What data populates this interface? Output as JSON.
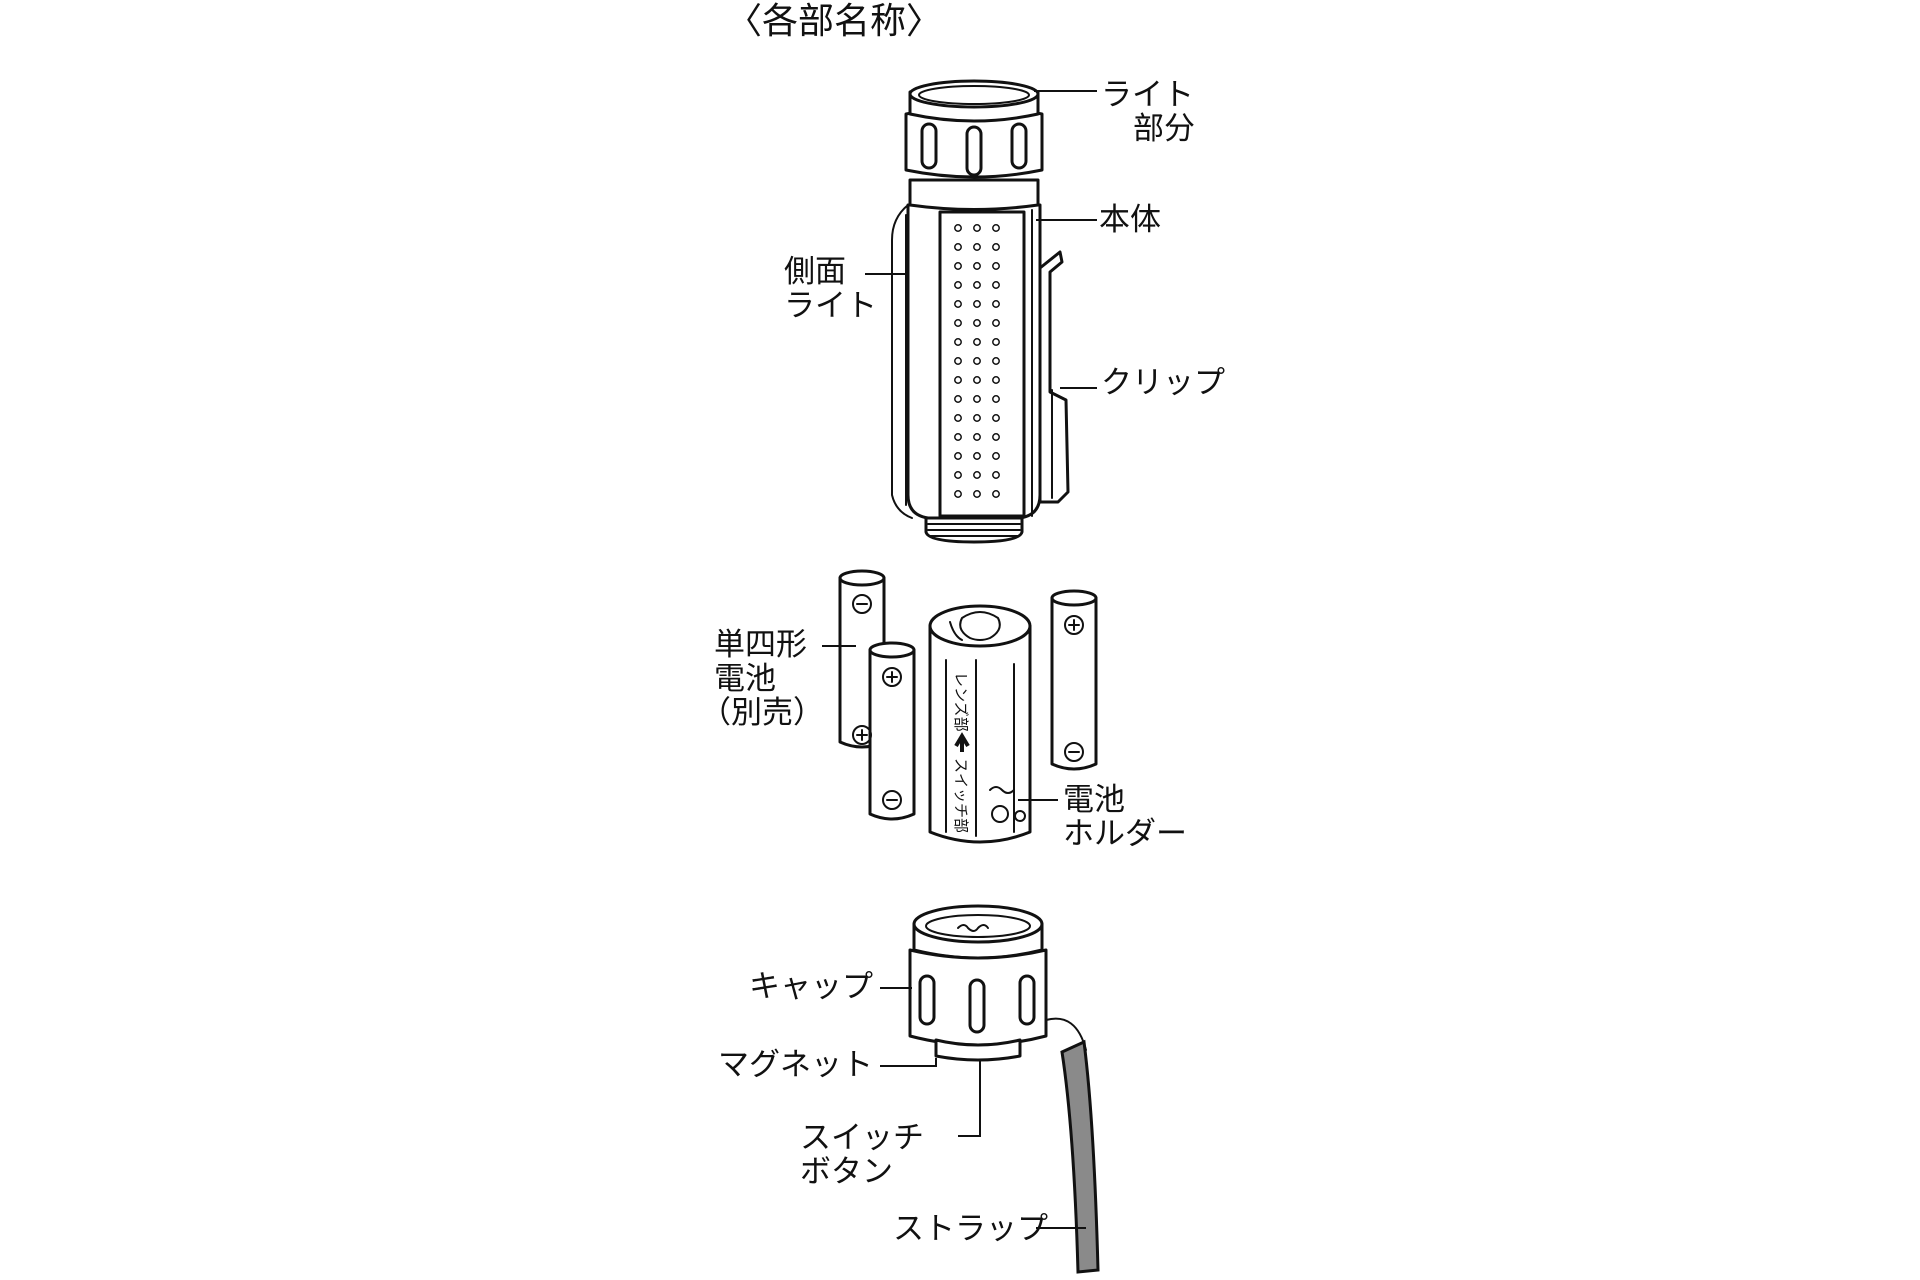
{
  "title": "〈各部名称〉",
  "labels": {
    "light_part": [
      "ライト",
      "部分"
    ],
    "body": "本体",
    "side_light": [
      "側面",
      "ライト"
    ],
    "clip": "クリップ",
    "aaa_battery": [
      "単四形",
      "電池",
      "（別売）"
    ],
    "battery_holder": [
      "電池",
      "ホルダー"
    ],
    "cap": "キャップ",
    "magnet": "マグネット",
    "switch_button": [
      "スイッチ",
      "ボタン"
    ],
    "strap": "ストラップ"
  },
  "holder_print": {
    "lens_side": "レンズ部",
    "switch_side": "スイッチ部"
  },
  "battery_terminals": {
    "plus": "⊕",
    "minus": "⊖"
  }
}
